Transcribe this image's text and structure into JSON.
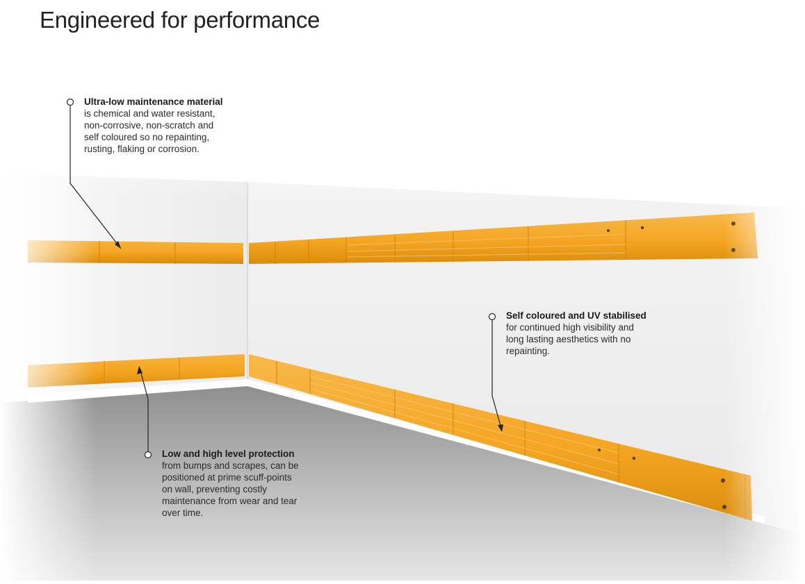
{
  "title": "Engineered for performance",
  "callouts": {
    "material": {
      "heading": "Ultra-low maintenance material",
      "body": "is chemical and water resistant,\nnon-corrosive, non-scratch and\nself coloured so no repainting,\nrusting, flaking or corrosion."
    },
    "uv": {
      "heading": "Self coloured and UV stabilised",
      "body": "for continued high visibility and\nlong lasting aesthetics with no\nrepainting."
    },
    "levels": {
      "heading": "Low and high level protection",
      "body": "from bumps and scrapes, can be\npositioned at prime scuff-points\non wall, preventing costly\nmaintenance from wear and tear\nover time."
    }
  },
  "colors": {
    "rail": "#f5a623",
    "rail_dark": "#e08e0b",
    "wall_left": "#f4f4f4",
    "wall_right": "#efefef",
    "floor": "#9a9a9a",
    "leader": "#222222"
  }
}
